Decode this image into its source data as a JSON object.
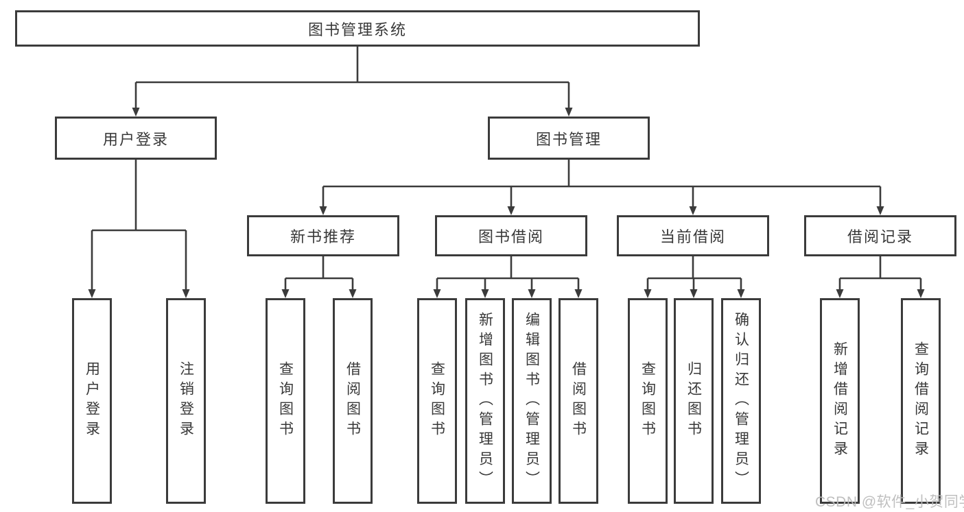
{
  "diagram_title": "图书管理系统",
  "tree": {
    "label": "图书管理系统",
    "children": [
      {
        "label": "用户登录",
        "children": [
          {
            "label": "用户登录"
          },
          {
            "label": "注销登录"
          }
        ]
      },
      {
        "label": "图书管理",
        "children": [
          {
            "label": "新书推荐",
            "children": [
              {
                "label": "查询图书"
              },
              {
                "label": "借阅图书"
              }
            ]
          },
          {
            "label": "图书借阅",
            "children": [
              {
                "label": "查询图书"
              },
              {
                "label": "新增图书（管理员）"
              },
              {
                "label": "编辑图书（管理员）"
              },
              {
                "label": "借阅图书"
              }
            ]
          },
          {
            "label": "当前借阅",
            "children": [
              {
                "label": "查询图书"
              },
              {
                "label": "归还图书"
              },
              {
                "label": "确认归还（管理员）"
              }
            ]
          },
          {
            "label": "借阅记录",
            "children": [
              {
                "label": "新增借阅记录"
              },
              {
                "label": "查询借阅记录"
              }
            ]
          }
        ]
      }
    ]
  },
  "watermark": {
    "text": "CSDN @软件_小贺同学"
  },
  "colors": {
    "line": "#3b3b3b",
    "box_border": "#3b3b3b",
    "text": "#383838",
    "background": "#ffffff",
    "watermark": "#bcbcbc"
  }
}
